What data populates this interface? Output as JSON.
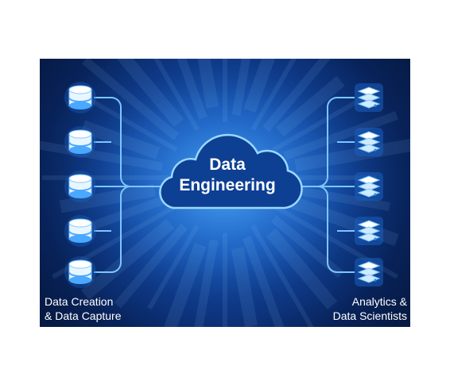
{
  "cloud": {
    "line1": "Data",
    "line2": "Engineering"
  },
  "left": {
    "caption_line1": "Data Creation",
    "caption_line2": "& Data Capture",
    "icon": "database-icon",
    "count": 5
  },
  "right": {
    "caption_line1": "Analytics &",
    "caption_line2": "Data Scientists",
    "icon": "server-icon",
    "count": 5
  },
  "colors": {
    "background_dark": "#061a44",
    "background_glow": "#2f8fe6",
    "connector": "#7cc6ff",
    "icon_fill": "#dff2ff"
  }
}
